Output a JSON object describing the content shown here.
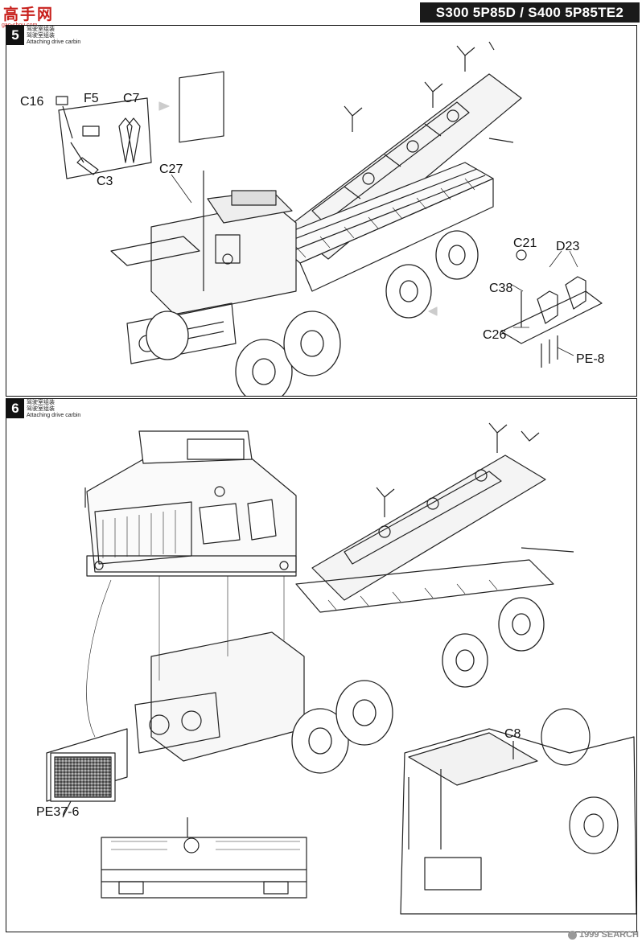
{
  "header": {
    "site_logo": "高手网",
    "site_url": "gao-shou.com",
    "title": "S300 5P85D / S400 5P85TE2"
  },
  "step5": {
    "number": "5",
    "caption_cn_1": "驾驶室组装",
    "caption_cn_2": "驾驶室组装",
    "caption_en": "Attaching drive carbin",
    "labels": {
      "c16": "C16",
      "f5": "F5",
      "c7": "C7",
      "c3": "C3",
      "c27": "C27",
      "c21": "C21",
      "d23": "D23",
      "c38": "C38",
      "c26": "C26",
      "pe8": "PE-8"
    }
  },
  "step6": {
    "number": "6",
    "caption_cn_1": "驾驶室组装",
    "caption_cn_2": "驾驶室组装",
    "caption_en": "Attaching drive carbin",
    "labels": {
      "c8": "C8",
      "pe37_6": "PE37-6"
    }
  },
  "watermark": {
    "text": "1999 SEARCH"
  }
}
